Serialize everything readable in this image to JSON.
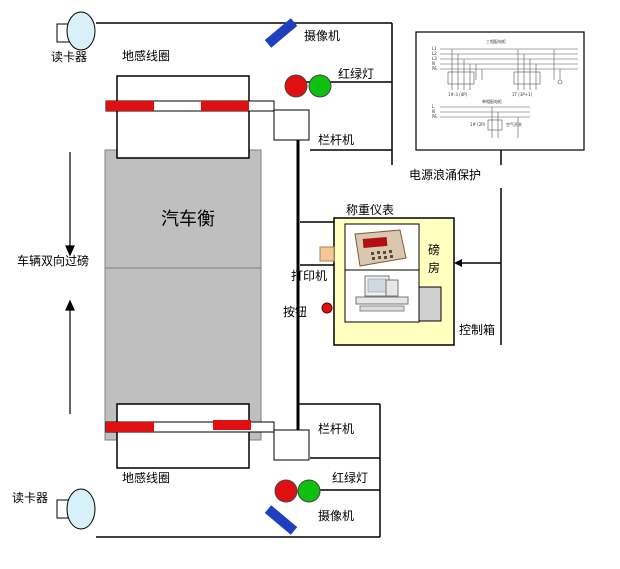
{
  "labels": {
    "card_reader_top": "读卡器",
    "loop_top": "地感线圈",
    "camera_top": "摄像机",
    "traffic_light_top": "红绿灯",
    "barrier_top": "栏杆机",
    "surge_protection": "电源浪涌保护",
    "weighing_indicator": "称重仪表",
    "truck_scale": "汽车衡",
    "bidirectional": "车辆双向过磅",
    "printer": "打印机",
    "button": "按钮",
    "scale_house_1": "磅",
    "scale_house_2": "房",
    "control_box": "控制箱",
    "barrier_bottom": "栏杆机",
    "loop_bottom": "地感线圈",
    "traffic_light_bottom": "红绿灯",
    "card_reader_bottom": "读卡器",
    "camera_bottom": "摄像机"
  },
  "schematic": {
    "three_phase_title": "三相配电柜",
    "single_phase_title": "单相配电柜",
    "line_labels": [
      "L1",
      "L2",
      "L3",
      "N",
      "PE"
    ],
    "single_line_labels": [
      "L",
      "N",
      "PE"
    ],
    "breaker_1": "1#-3  (4P)",
    "breaker_2": "1T  (3P+1)",
    "breaker_3": "1#  (2P)",
    "switch_label": "空气开关"
  },
  "colors": {
    "scale_body": "#bfbfbf",
    "barrier_red": "#e01010",
    "light_red": "#e01010",
    "light_green": "#10c010",
    "camera_blue": "#1f3fbf",
    "reader_fill": "#d8f0f8",
    "scale_house_fill": "#ffffc0",
    "printer_fill": "#f5c89a"
  }
}
